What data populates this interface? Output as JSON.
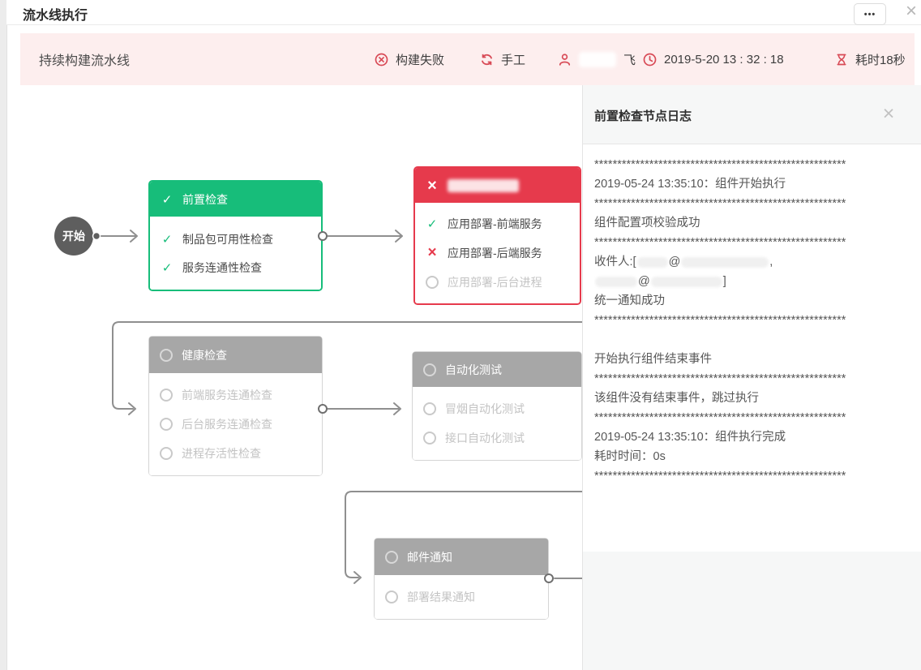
{
  "window": {
    "title": "流水线执行"
  },
  "icons": {
    "more": "•••",
    "close": "×",
    "check": "✓",
    "cross": "×"
  },
  "status_bar": {
    "pipeline_name": "持续构建流水线",
    "build_status": "构建失败",
    "trigger_mode": "手工",
    "user_name_visible": "飞",
    "run_time": "2019-5-20 13 : 32 : 18",
    "duration": "耗时18秒"
  },
  "flow": {
    "start_label": "开始",
    "nodes": [
      {
        "id": "pre-check",
        "title": "前置检查",
        "status": "success",
        "items": [
          {
            "label": "制品包可用性检查",
            "status": "success"
          },
          {
            "label": "服务连通性检查",
            "status": "success"
          }
        ]
      },
      {
        "id": "app-deploy",
        "title": "",
        "title_redacted": true,
        "status": "failed",
        "items": [
          {
            "label": "应用部署-前端服务",
            "status": "success"
          },
          {
            "label": "应用部署-后端服务",
            "status": "failed"
          },
          {
            "label": "应用部署-后台进程",
            "status": "pending"
          }
        ]
      },
      {
        "id": "health-check",
        "title": "健康检查",
        "status": "pending",
        "items": [
          {
            "label": "前端服务连通检查",
            "status": "pending"
          },
          {
            "label": "后台服务连通检查",
            "status": "pending"
          },
          {
            "label": "进程存活性检查",
            "status": "pending"
          }
        ]
      },
      {
        "id": "auto-test",
        "title": "自动化测试",
        "status": "pending",
        "items": [
          {
            "label": "冒烟自动化测试",
            "status": "pending"
          },
          {
            "label": "接口自动化测试",
            "status": "pending"
          }
        ]
      },
      {
        "id": "mail-notify",
        "title": "邮件通知",
        "status": "pending",
        "items": [
          {
            "label": "部署结果通知",
            "status": "pending"
          }
        ]
      }
    ]
  },
  "log_panel": {
    "title": "前置检查节点日志",
    "lines": [
      [
        {
          "t": "*******************************************************"
        }
      ],
      [
        {
          "t": "2019-05-24 13:35:10：组件开始执行"
        }
      ],
      [
        {
          "t": "*******************************************************"
        }
      ],
      [
        {
          "t": "组件配置项校验成功"
        }
      ],
      [
        {
          "t": "*******************************************************"
        }
      ],
      [
        {
          "t": "收件人:["
        },
        {
          "r": 38
        },
        {
          "t": "@"
        },
        {
          "r": 108
        },
        {
          "t": ","
        }
      ],
      [
        {
          "r": 52
        },
        {
          "t": "@"
        },
        {
          "r": 88
        },
        {
          "t": "]"
        }
      ],
      [
        {
          "t": "统一通知成功"
        }
      ],
      [
        {
          "t": "*******************************************************"
        }
      ],
      [],
      [
        {
          "t": "开始执行组件结束事件"
        }
      ],
      [
        {
          "t": "*******************************************************"
        }
      ],
      [
        {
          "t": "该组件没有结束事件，跳过执行"
        }
      ],
      [
        {
          "t": "*******************************************************"
        }
      ],
      [
        {
          "t": "2019-05-24 13:35:10：组件执行完成"
        }
      ],
      [
        {
          "t": "耗时时间：0s"
        }
      ],
      [
        {
          "t": "*******************************************************"
        }
      ]
    ]
  },
  "colors": {
    "success": "#17bd7a",
    "failed": "#e63a4c",
    "pending_header": "#a7a7a7",
    "status_icon_red": "#d84a56",
    "status_bar_bg": "#fdeeee"
  }
}
